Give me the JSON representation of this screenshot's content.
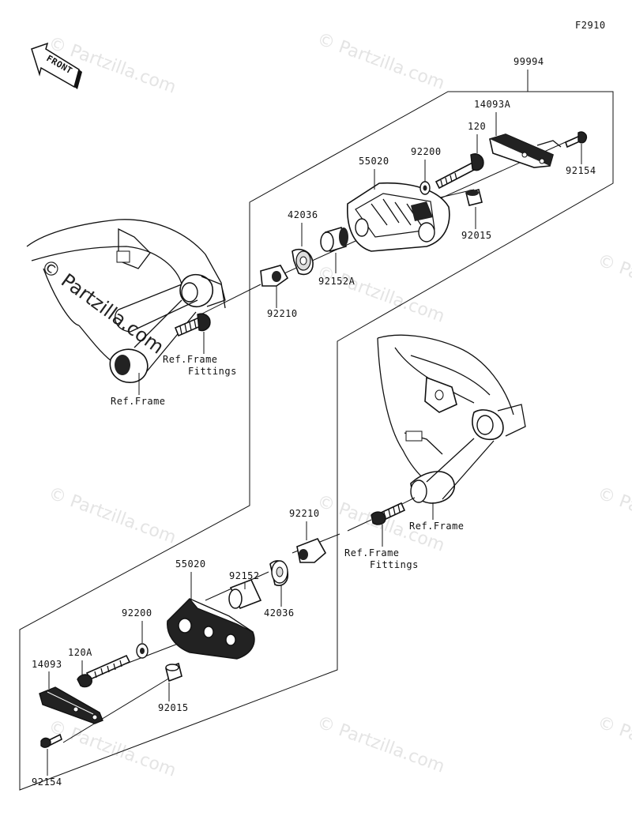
{
  "figure_id": "F2910",
  "front_label": "FRONT",
  "watermark": "© Partzilla.com",
  "parts": {
    "assembly": "99994",
    "bracket_upper": "14093A",
    "bolt_upper": "120",
    "washer_upper": "92200",
    "slider_upper": "55020",
    "screw_upper": "92154",
    "collar_upper": "92015",
    "spacer_upper": "42036",
    "sleeve_upper": "92152A",
    "nut_upper": "92210",
    "nut_lower": "92210",
    "slider_lower": "55020",
    "sleeve_lower": "92152",
    "spacer_lower": "42036",
    "washer_lower": "92200",
    "bolt_lower": "120A",
    "bracket_lower": "14093",
    "collar_lower": "92015",
    "screw_lower": "92154"
  },
  "refs": {
    "frame_fittings_1a": "Ref.Frame",
    "frame_fittings_1b": "Fittings",
    "frame_1": "Ref.Frame",
    "frame_2": "Ref.Frame",
    "frame_fittings_2a": "Ref.Frame",
    "frame_fittings_2b": "Fittings"
  }
}
